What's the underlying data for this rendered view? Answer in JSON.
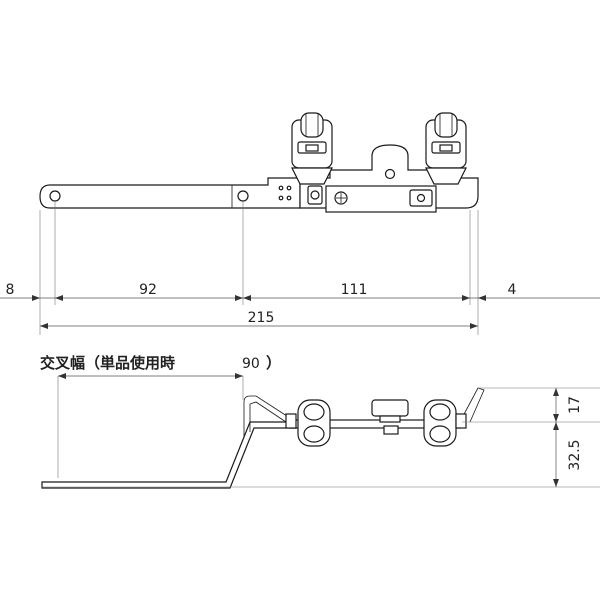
{
  "dimensions": {
    "top": {
      "left_offset": "8",
      "segment_a": "92",
      "segment_b": "111",
      "right_offset": "4",
      "overall": "215"
    },
    "side": {
      "crossing_width_label": "交叉幅（単品使用時",
      "crossing_width_value": "90",
      "crossing_width_close": "）",
      "height_upper": "17",
      "height_lower": "32.5"
    }
  }
}
